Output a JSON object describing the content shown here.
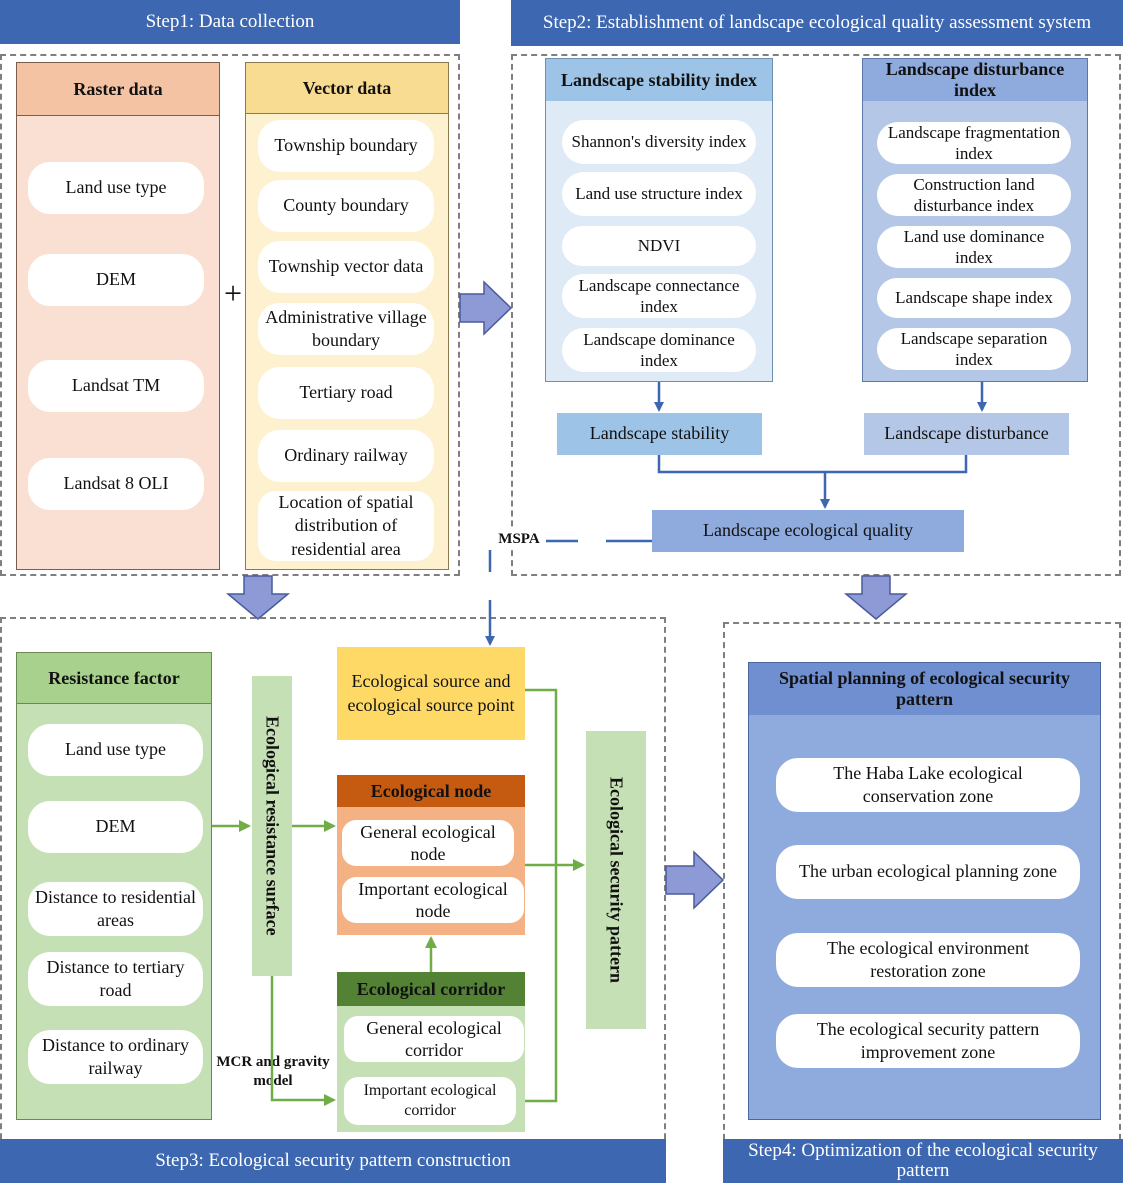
{
  "steps": {
    "step1": "Step1: Data collection",
    "step2": "Step2: Establishment of landscape ecological quality assessment system",
    "step3": "Step3: Ecological security pattern construction",
    "step4": "Step4: Optimization of the ecological security pattern"
  },
  "raster": {
    "title": "Raster data",
    "items": [
      "Land use type",
      "DEM",
      "Landsat TM",
      "Landsat 8 OLI"
    ]
  },
  "plus": "+",
  "vector": {
    "title": "Vector data",
    "items": [
      "Township boundary",
      "County boundary",
      "Township vector data",
      "Administrative village boundary",
      "Tertiary road",
      "Ordinary railway",
      "Location of spatial distribution of residential area"
    ]
  },
  "stability": {
    "title": "Landscape stability index",
    "items": [
      "Shannon's  diversity index",
      "Land use structure index",
      "NDVI",
      "Landscape connectance index",
      "Landscape dominance index"
    ],
    "result": "Landscape stability"
  },
  "disturbance": {
    "title": "Landscape disturbance index",
    "items": [
      "Landscape fragmentation index",
      "Construction land disturbance index",
      "Land use dominance index",
      "Landscape shape index",
      "Landscape separation index"
    ],
    "result": "Landscape disturbance"
  },
  "quality": "Landscape ecological quality",
  "mspa": "MSPA",
  "resistance": {
    "title": "Resistance factor",
    "items": [
      "Land use type",
      "DEM",
      "Distance to residential areas",
      "Distance to tertiary road",
      "Distance to ordinary  railway"
    ]
  },
  "resistance_surface": "Ecological resistance surface",
  "source": "Ecological source and ecological source point",
  "node": {
    "title": "Ecological node",
    "items": [
      "General ecological node",
      "Important ecological node"
    ]
  },
  "corridor": {
    "title": "Ecological corridor",
    "items": [
      "General ecological corridor",
      "Important ecological corridor"
    ]
  },
  "mcr": "MCR and gravity model",
  "security_pattern": "Ecological security pattern",
  "planning": {
    "title": "Spatial planning of ecological security pattern",
    "items": [
      "The Haba Lake ecological conservation zone",
      "The urban ecological planning zone",
      "The ecological environment restoration zone",
      "The ecological security pattern improvement zone"
    ]
  },
  "colors": {
    "step_blue": "#3d67b0",
    "raster_head": "#f4c3a3",
    "raster_body": "#fae0d2",
    "vector_head": "#f8dc92",
    "vector_body": "#fdf1cf",
    "stability_head": "#9dc3e6",
    "stability_body": "#deebf7",
    "disturbance_head": "#8faadc",
    "disturbance_body": "#b4c7e7",
    "green_head": "#a9d18e",
    "green_body": "#c5e0b4",
    "source": "#ffd966",
    "node_head": "#c55a11",
    "node_body": "#f4b183",
    "corridor_head": "#548235",
    "planning_head": "#6f8fd0",
    "planning_body": "#8faadc"
  }
}
